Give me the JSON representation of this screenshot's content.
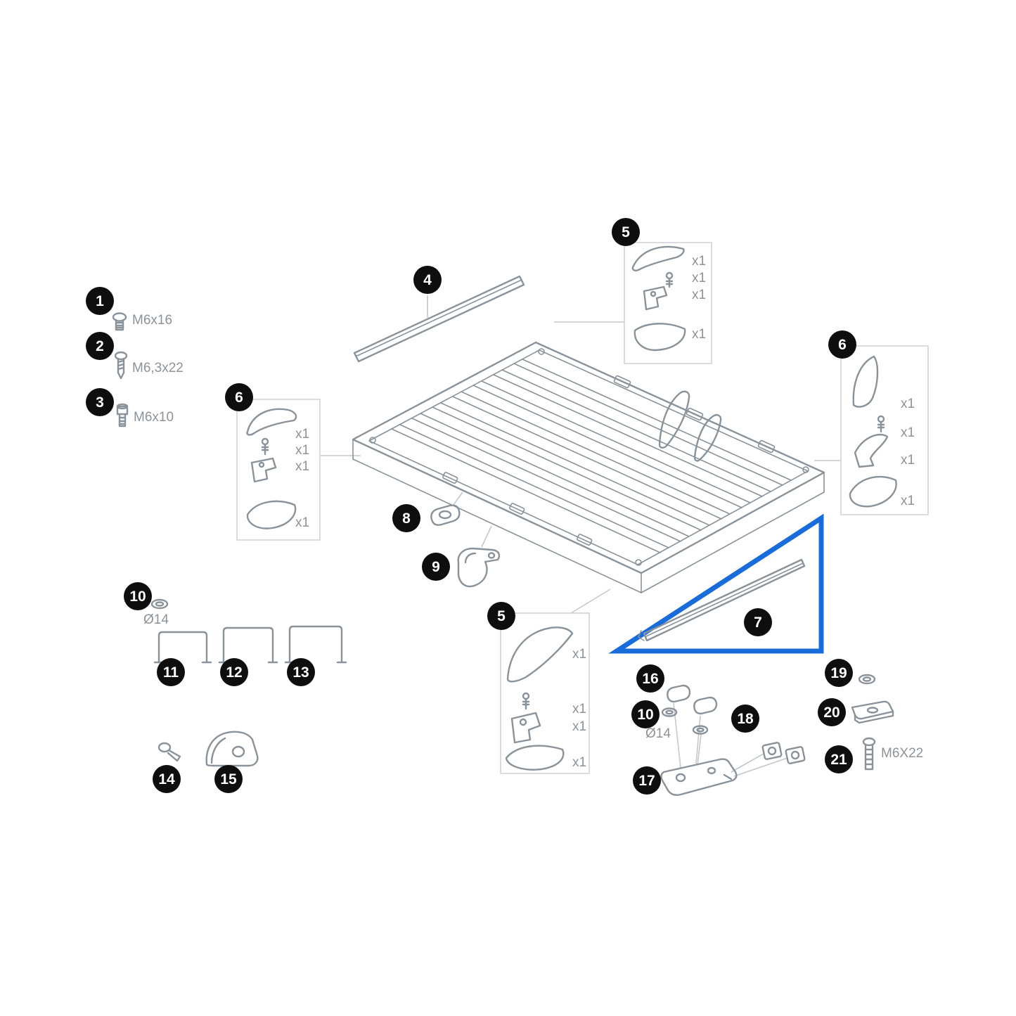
{
  "accent_color": "#1a6cd8",
  "badges": {
    "n1": "1",
    "n2": "2",
    "n3": "3",
    "n4": "4",
    "n5_top": "5",
    "n6_right": "6",
    "n6_left": "6",
    "n7": "7",
    "n8": "8",
    "n9": "9",
    "n10_left": "10",
    "n11": "11",
    "n12": "12",
    "n13": "13",
    "n14": "14",
    "n15": "15",
    "n5_bottom": "5",
    "n16": "16",
    "n10_mid": "10",
    "n17": "17",
    "n18": "18",
    "n19": "19",
    "n20": "20",
    "n21": "21"
  },
  "labels": {
    "part1_size": "M6x16",
    "part2_size": "M6,3x22",
    "part3_size": "M6x10",
    "washer_size": "Ø14",
    "part21_size": "M6X22",
    "qty": "x1"
  }
}
